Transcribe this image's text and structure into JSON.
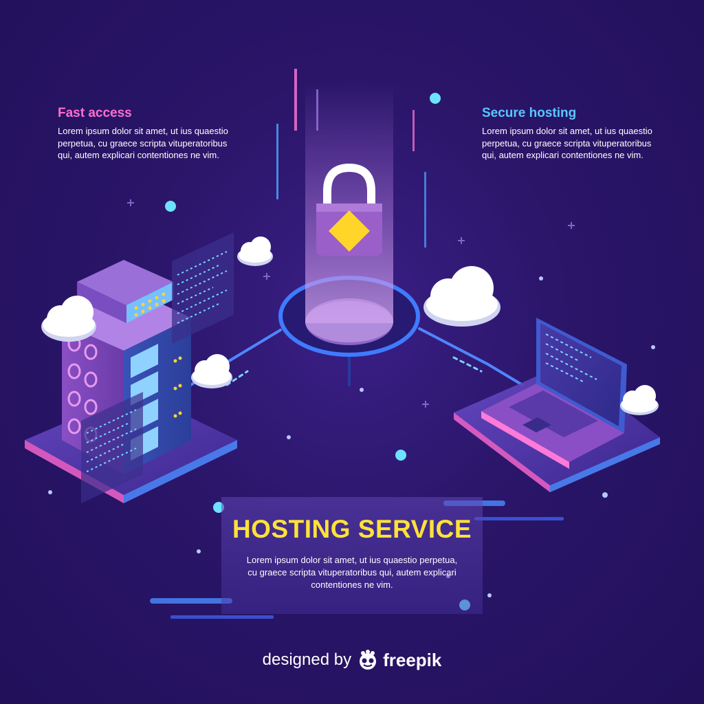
{
  "features": {
    "fast_access": {
      "title": "Fast access",
      "text": "Lorem ipsum dolor sit amet, ut ius quaestio perpetua, cu graece scripta vituperatoribus qui, autem explicari contentiones ne vim."
    },
    "secure_hosting": {
      "title": "Secure hosting",
      "text": "Lorem ipsum dolor sit amet, ut ius quaestio perpetua, cu graece scripta vituperatoribus qui, autem explicari contentiones ne vim."
    }
  },
  "hero": {
    "title": "HOSTING SERVICE",
    "text": "Lorem ipsum dolor sit amet, ut ius quaestio perpetua, cu graece scripta vituperatoribus qui, autem explicari contentiones ne vim."
  },
  "credit": {
    "prefix": "designed by",
    "brand": "freepik"
  },
  "colors": {
    "background": "#2a1467",
    "title_yellow": "#ffe23a",
    "pink_accent": "#ff6fcf",
    "blue_accent": "#58c8ff"
  },
  "icons": [
    "server-rack-icon",
    "padlock-icon",
    "laptop-icon",
    "cloud-icon",
    "freepik-logo-icon"
  ]
}
